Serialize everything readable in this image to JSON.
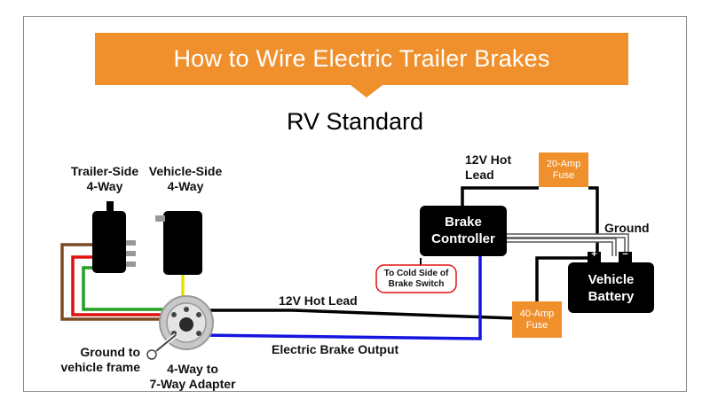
{
  "banner": {
    "title": "How to Wire Electric Trailer Brakes",
    "color": "#f0902d"
  },
  "subtitle": "RV Standard",
  "labels": {
    "trailer_side": "Trailer-Side\n4-Way",
    "vehicle_side": "Vehicle-Side\n4-Way",
    "hot_lead_top": "12V Hot\nLead",
    "ground": "Ground",
    "hot_lead_bottom": "12V Hot Lead",
    "brake_output": "Electric Brake Output",
    "ground_frame": "Ground to\nvehicle frame",
    "adapter": "4-Way to\n7-Way Adapter"
  },
  "components": {
    "brake_controller": "Brake\nController",
    "vehicle_battery": "Vehicle\nBattery",
    "fuse_20": "20-Amp\nFuse",
    "fuse_40": "40-Amp\nFuse",
    "cold_side_note": "To Cold Side of\nBrake Switch",
    "battery_plus": "+",
    "battery_minus": "−"
  },
  "colors": {
    "fuse": "#f0902d",
    "wire_blue": "#1515e0",
    "wire_red": "#e01010",
    "wire_green": "#22a022",
    "wire_brown": "#7a4a25",
    "wire_yellow": "#e8e000",
    "note_border": "#e01010"
  }
}
